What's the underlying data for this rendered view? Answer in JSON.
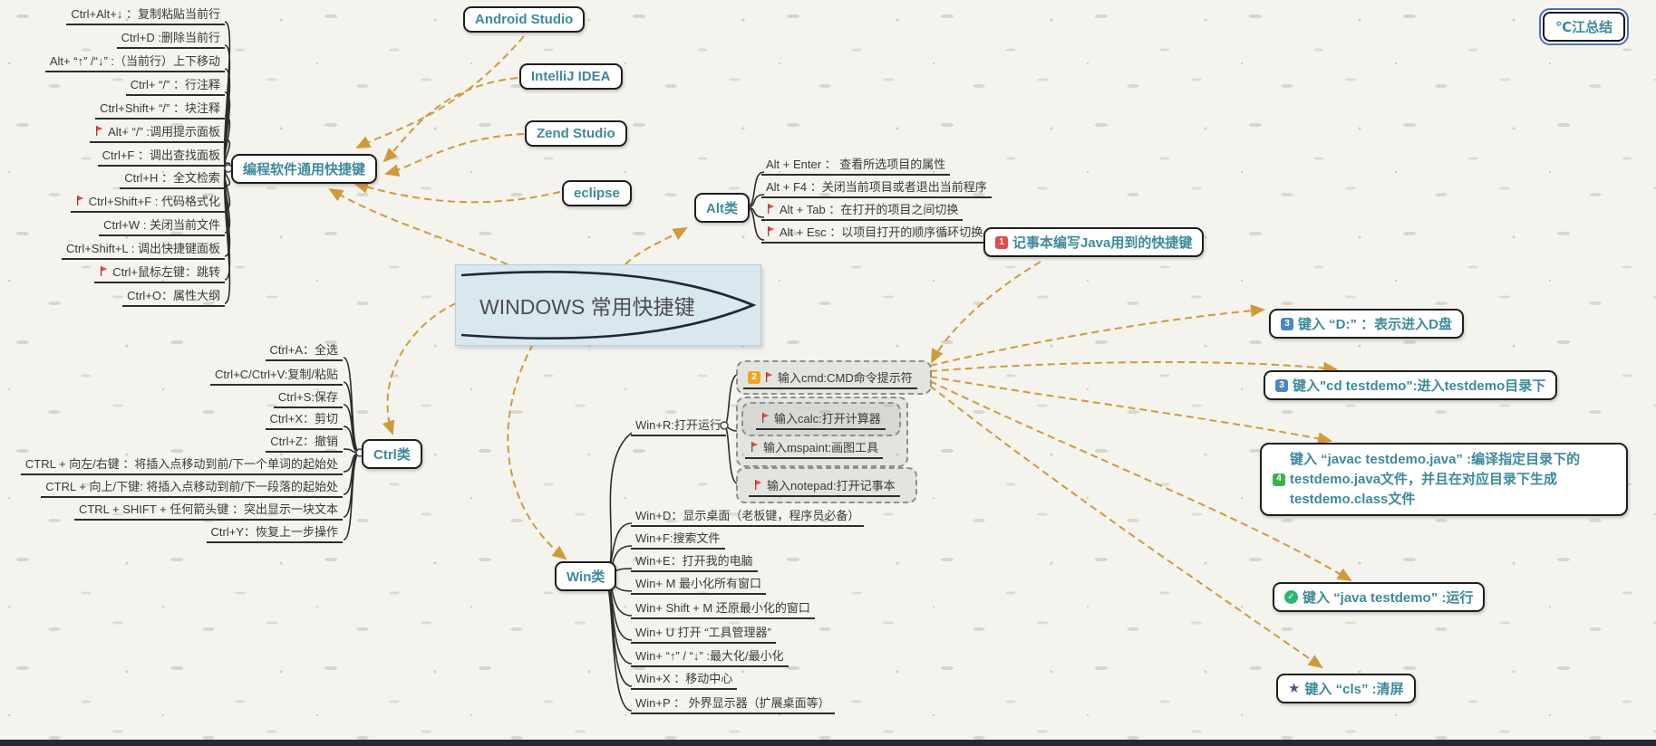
{
  "watermark": "℃江总结",
  "central": {
    "title": "WINDOWS 常用快捷键"
  },
  "icons": {
    "check": "✓",
    "star": "★"
  },
  "colors": {
    "accent_teal": "#3e8a9a",
    "relation_orange": "#cf9a3a",
    "flag_red": "#e44c4c",
    "badge_red": "#e14b4b",
    "badge_orange": "#f2a31f",
    "badge_blue": "#4a86c6",
    "badge_green": "#3cb04e",
    "central_fill": "#d9e7ef"
  },
  "floating": {
    "ides": [
      {
        "label": "Android Studio"
      },
      {
        "label": "IntelliJ IDEA"
      },
      {
        "label": "Zend Studio"
      },
      {
        "label": "eclipse"
      }
    ]
  },
  "branches": {
    "programming": {
      "label": "编程软件通用快捷键",
      "items": [
        {
          "text": "Ctrl+Alt+↓ ：复制粘贴当前行"
        },
        {
          "text": "Ctrl+D :删除当前行"
        },
        {
          "text": "Alt+ “↑” /“↓” :（当前行）上下移动"
        },
        {
          "text": "Ctrl+ “/” ：行注释"
        },
        {
          "text": "Ctrl+Shift+ “/” ：块注释"
        },
        {
          "text": "Alt+ “/” :调用提示面板"
        },
        {
          "text": "Ctrl+F ：调出查找面板"
        },
        {
          "text": "Ctrl+H ：全文检索"
        },
        {
          "text": "Ctrl+Shift+F : 代码格式化"
        },
        {
          "text": "Ctrl+W : 关闭当前文件"
        },
        {
          "text": "Ctrl+Shift+L : 调出快捷键面板"
        },
        {
          "text": "Ctrl+鼠标左键：跳转"
        },
        {
          "text": "Ctrl+O：属性大纲"
        }
      ]
    },
    "alt": {
      "label": "Alt类",
      "items": [
        {
          "text": "Alt + Enter ： 查看所选项目的属性"
        },
        {
          "text": "Alt + F4 ：关闭当前项目或者退出当前程序"
        },
        {
          "text": "Alt + Tab ：在打开的项目之间切换"
        },
        {
          "text": "Alt + Esc ：以项目打开的顺序循环切换"
        }
      ]
    },
    "ctrl": {
      "label": "Ctrl类",
      "items": [
        {
          "text": "Ctrl+A：全选"
        },
        {
          "text": "Ctrl+C/Ctrl+V:复制/粘贴"
        },
        {
          "text": "Ctrl+S:保存"
        },
        {
          "text": "Ctrl+X：剪切"
        },
        {
          "text": "Ctrl+Z：撤销"
        },
        {
          "text": "CTRL + 向左/右键 ：将插入点移动到前/下一个单词的起始处"
        },
        {
          "text": "CTRL + 向上/下键: 将插入点移动到前/下一段落的起始处"
        },
        {
          "text": "CTRL + SHIFT + 任何箭头键 ：突出显示一块文本"
        },
        {
          "text": "Ctrl+Y：恢复上一步操作"
        }
      ]
    },
    "win": {
      "label": "Win类",
      "run": {
        "text": "Win+R:打开运行"
      },
      "run_children": {
        "cmd": {
          "badge": "2",
          "text": "输入cmd:CMD命令提示符"
        },
        "calc": {
          "text": "输入calc:打开计算器"
        },
        "mspaint": {
          "text": "输入mspaint:画图工具"
        },
        "notepad": {
          "text": "输入notepad:打开记事本"
        }
      },
      "items": [
        {
          "text": "Win+D：显示桌面（老板键，程序员必备）"
        },
        {
          "text": "Win+F:搜索文件"
        },
        {
          "text": "Win+E：打开我的电脑"
        },
        {
          "text": "Win+ M 最小化所有窗口"
        },
        {
          "text": "Win+ Shift + M 还原最小化的窗口"
        },
        {
          "text": "Win+ U 打开 “工具管理器”"
        },
        {
          "text": "Win+ “↑” / “↓” :最大化/最小化"
        },
        {
          "text": "Win+X ：移动中心"
        },
        {
          "text": "Win+P ： 外界显示器（扩展桌面等）"
        }
      ]
    }
  },
  "notes": {
    "notepad_java": {
      "badge": "1",
      "text": "记事本编写Java用到的快捷键"
    },
    "d_drive": {
      "badge": "3",
      "text": "键入 “D:” ：表示进入D盘"
    },
    "cd": {
      "badge": "3",
      "text": "键入\"cd testdemo\":进入testdemo目录下"
    },
    "javac": {
      "badge": "4",
      "text": "键入 “javac testdemo.java” :编译指定目录下的testdemo.java文件，并且在对应目录下生成testdemo.class文件"
    },
    "java_run": {
      "text": "键入 “java testdemo” :运行"
    },
    "cls": {
      "text": "键入 “cls” :清屏"
    }
  }
}
